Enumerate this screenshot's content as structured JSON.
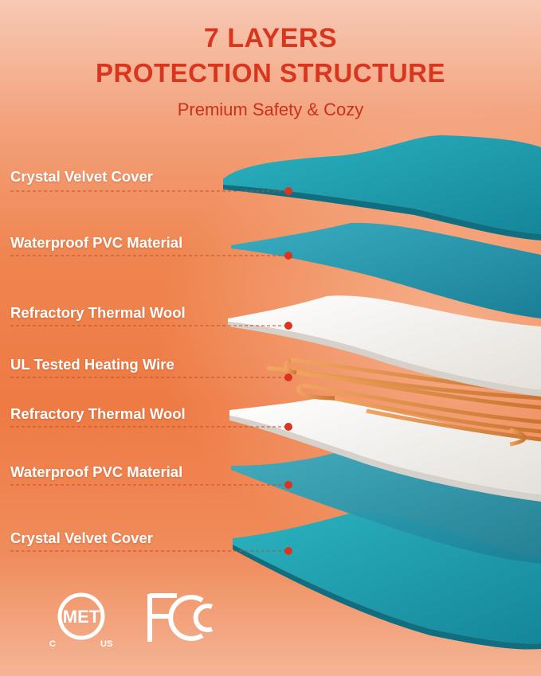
{
  "header": {
    "title_line1": "7 LAYERS",
    "title_line2": "PROTECTION STRUCTURE",
    "subtitle": "Premium Safety & Cozy"
  },
  "layers": [
    {
      "label": "Crystal Velvet Cover"
    },
    {
      "label": "Waterproof PVC Material"
    },
    {
      "label": "Refractory Thermal Wool"
    },
    {
      "label": "UL Tested Heating Wire"
    },
    {
      "label": "Refractory Thermal Wool"
    },
    {
      "label": "Waterproof PVC Material"
    },
    {
      "label": "Crystal Velvet Cover"
    }
  ],
  "certifications": {
    "met_text": "MET",
    "met_left": "C",
    "met_right": "US",
    "fcc_icon": "fcc-logo"
  },
  "colors": {
    "title": "#d9361f",
    "velvet": "#1f9fae",
    "pvc": "#2a9ab0",
    "wool": "#f4f2ee",
    "wire": "#d98a44",
    "marker_dot": "#d9361f"
  }
}
